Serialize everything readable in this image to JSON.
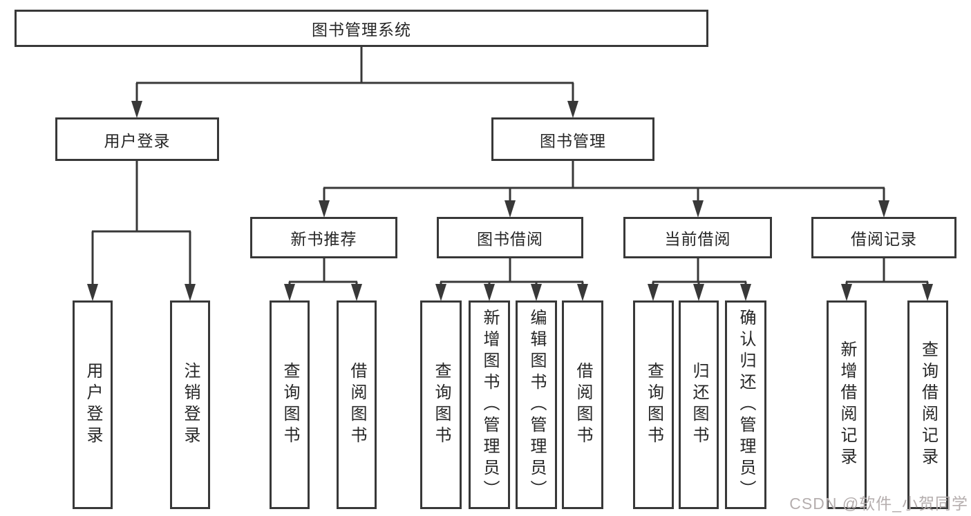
{
  "diagram": {
    "root": "图书管理系统",
    "user_login": {
      "label": "用户登录",
      "children": [
        "用户登录",
        "注销登录"
      ]
    },
    "book_mgmt": {
      "label": "图书管理"
    },
    "groups": [
      {
        "label": "新书推荐",
        "children": [
          "查询图书",
          "借阅图书"
        ]
      },
      {
        "label": "图书借阅",
        "children": [
          "查询图书",
          "新增图书（管理员）",
          "编辑图书（管理员）",
          "借阅图书"
        ]
      },
      {
        "label": "当前借阅",
        "children": [
          "查询图书",
          "归还图书",
          "确认归还（管理员）"
        ]
      },
      {
        "label": "借阅记录",
        "children": [
          "新增借阅记录",
          "查询借阅记录"
        ]
      }
    ]
  },
  "watermark": "CSDN @软件_小贺同学",
  "colors": {
    "line": "#383838",
    "text": "#262626",
    "watermark": "#b5aeae",
    "background": "#ffffff"
  }
}
